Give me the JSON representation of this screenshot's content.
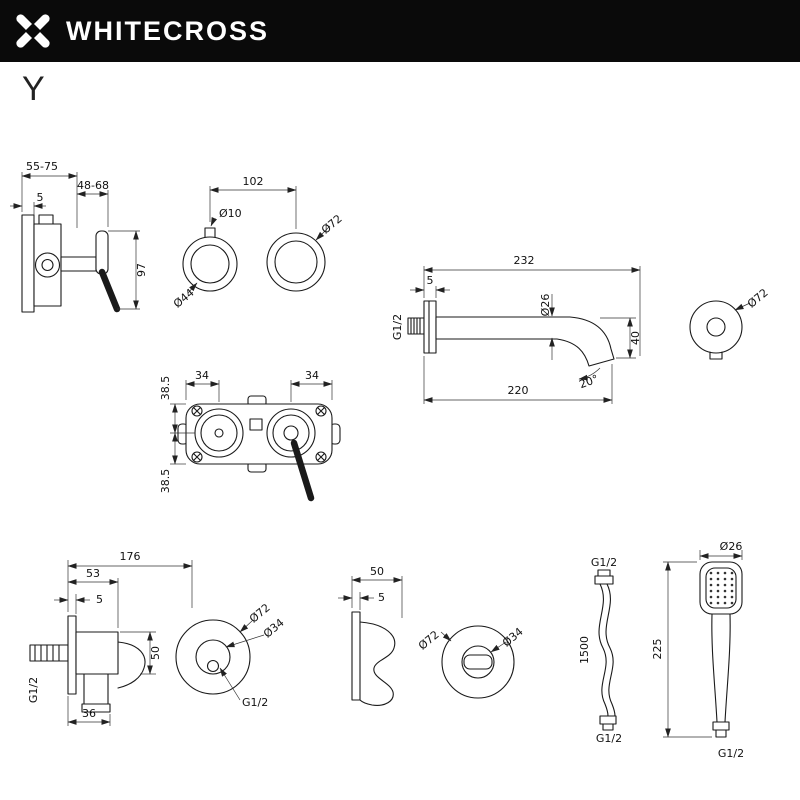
{
  "header": {
    "brand": "WHITECROSS"
  },
  "series_label": "Y",
  "drawings": {
    "mixer_side": {
      "depth_range": "55-75",
      "handle_range": "48-68",
      "plate_thickness": "5",
      "height": "97"
    },
    "trim_front": {
      "centers_distance": "102",
      "stem_diameter": "Ø10",
      "left_diameter": "Ø44",
      "right_diameter": "Ø72"
    },
    "spout": {
      "total_length": "232",
      "plate_thickness": "5",
      "tube_diameter": "Ø26",
      "thread": "G1/2",
      "drop": "40",
      "angle": "20°",
      "reach": "220"
    },
    "elbow_front": {
      "diameter": "Ø72"
    },
    "rough_in": {
      "left_offset": "34",
      "right_offset": "34",
      "top_offset": "38.5",
      "bottom_offset": "38.5"
    },
    "outlet_elbow": {
      "total_width": "176",
      "depth": "53",
      "plate_thickness": "5",
      "thread": "G1/2",
      "outlet_width": "36",
      "height": "50",
      "front_outer": "Ø72",
      "front_inner": "Ø34",
      "front_thread": "G1/2"
    },
    "holder": {
      "depth": "50",
      "plate_thickness": "5",
      "front_outer": "Ø72",
      "front_inner": "Ø34"
    },
    "hose": {
      "thread_top": "G1/2",
      "length": "1500",
      "thread_bottom": "G1/2"
    },
    "handshower": {
      "head_diameter": "Ø26",
      "length": "225",
      "thread": "G1/2"
    }
  }
}
